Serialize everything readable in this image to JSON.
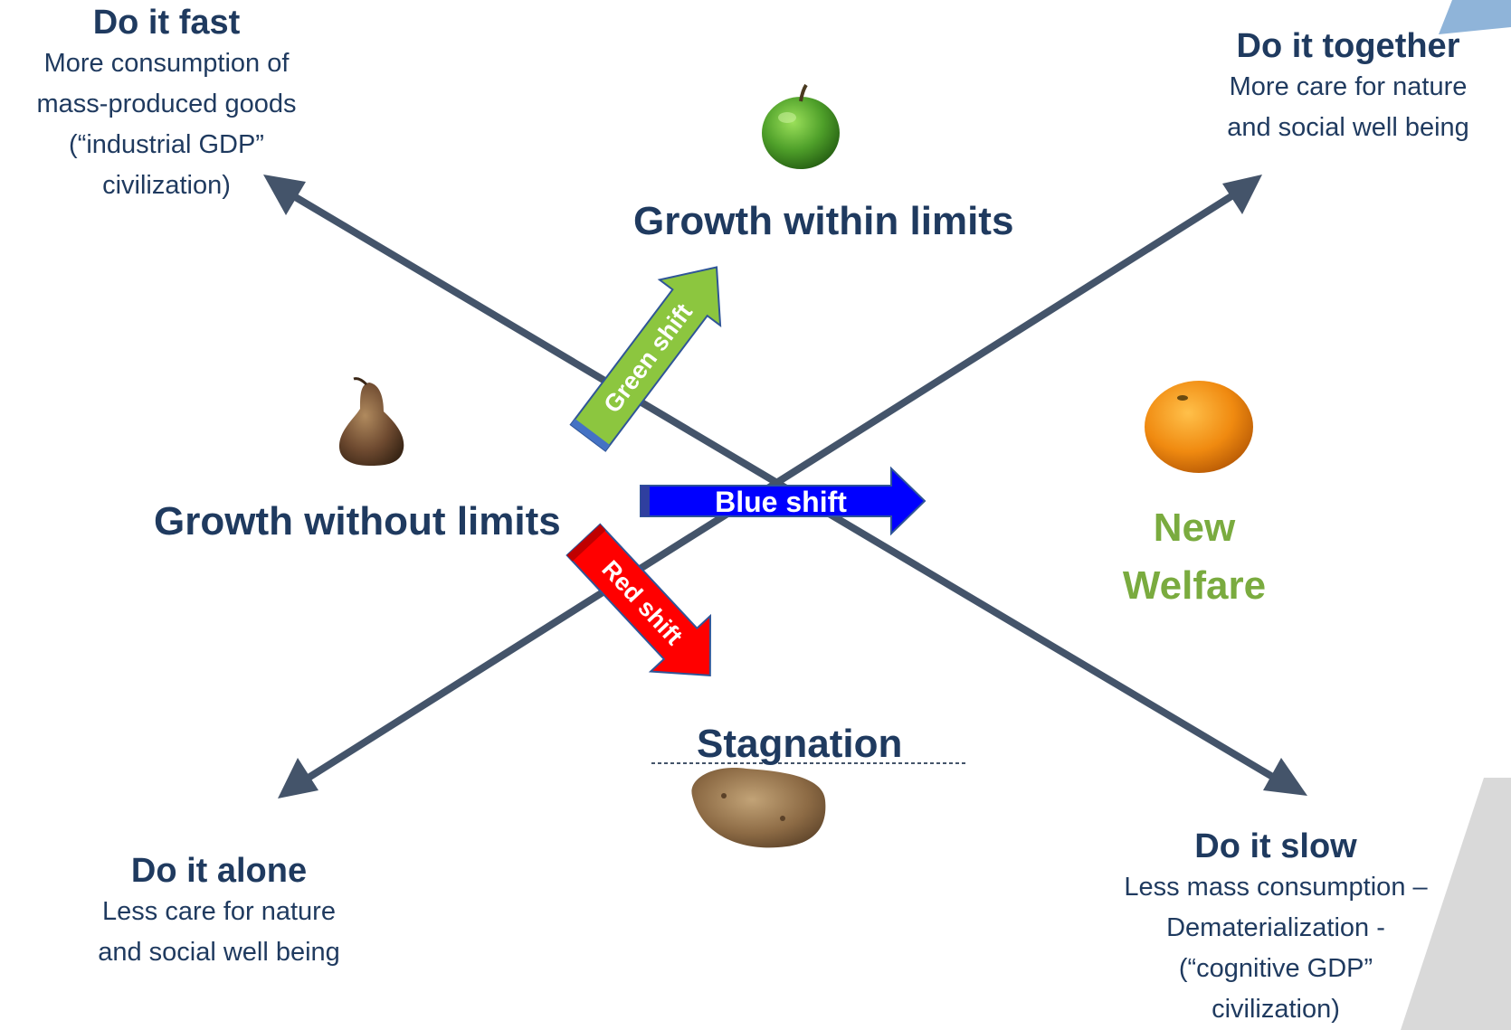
{
  "corners": {
    "top_left": {
      "title": "Do it fast",
      "text": "More consumption of\nmass-produced goods\n(“industrial GDP”\ncivilization)"
    },
    "top_right": {
      "title": "Do it together",
      "text": "More care for nature\nand social well being"
    },
    "bottom_left": {
      "title": "Do it alone",
      "text": "Less care for nature\nand social well being"
    },
    "bottom_right": {
      "title": "Do it slow",
      "text": "Less mass consumption –\nDematerialization -\n(“cognitive GDP”\ncivilization)"
    }
  },
  "quadrants": {
    "top": "Growth within limits",
    "left": "Growth without limits",
    "bottom": "Stagnation",
    "right_line1": "New",
    "right_line2": "Welfare"
  },
  "shifts": {
    "green": "Green shift",
    "blue": "Blue shift",
    "red": "Red shift"
  },
  "colors": {
    "axis": "#44546a",
    "text_dark": "#1f3a5f",
    "text_green": "#7aab3f",
    "green_arrow": "#8cc63f",
    "blue_arrow": "#0000ff",
    "red_arrow": "#ff0000",
    "accent_grey": "#d9d9d9",
    "accent_blue": "#8fb4d9"
  },
  "icons": [
    "green-apple-icon",
    "pear-icon",
    "orange-icon",
    "potato-icon"
  ]
}
